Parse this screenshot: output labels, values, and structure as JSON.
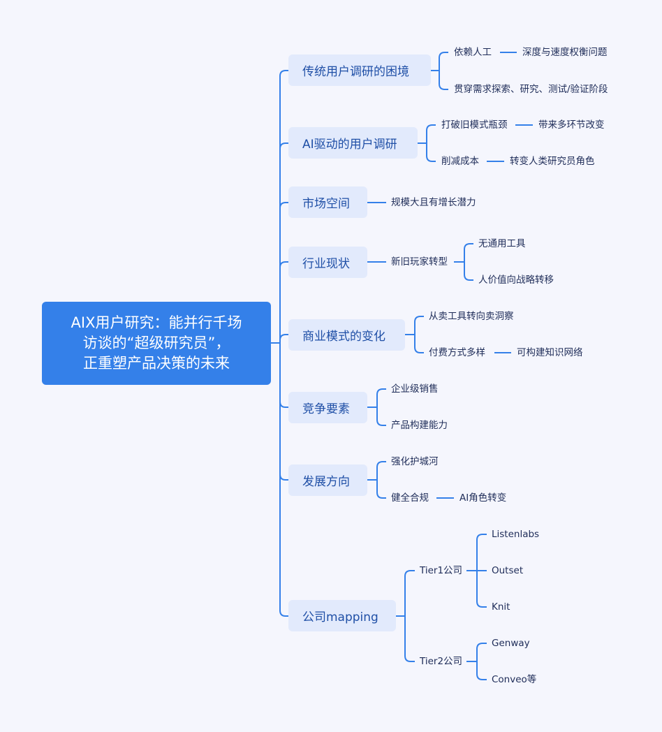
{
  "root": {
    "line1": "AIX用户研究：能并行千场",
    "line2": "访谈的“超级研究员”，",
    "line3": "正重塑产品决策的未来"
  },
  "branches": [
    {
      "label": "传统用户调研的困境",
      "children": [
        {
          "label": "依赖人工",
          "child": "深度与速度权衡问题"
        },
        {
          "label": "贯穿需求探索、研究、测试/验证阶段"
        }
      ]
    },
    {
      "label": "AI驱动的用户调研",
      "children": [
        {
          "label": "打破旧模式瓶颈",
          "child": "带来多环节改变"
        },
        {
          "label": "削减成本",
          "child": "转变人类研究员角色"
        }
      ]
    },
    {
      "label": "市场空间",
      "children": [
        {
          "label": "规模大且有增长潜力"
        }
      ]
    },
    {
      "label": "行业现状",
      "children": [
        {
          "label": "新旧玩家转型",
          "children": [
            "无通用工具",
            "人价值向战略转移"
          ]
        }
      ]
    },
    {
      "label": "商业模式的变化",
      "children": [
        {
          "label": "从卖工具转向卖洞察"
        },
        {
          "label": "付费方式多样",
          "child": "可构建知识网络"
        }
      ]
    },
    {
      "label": "竞争要素",
      "children": [
        {
          "label": "企业级销售"
        },
        {
          "label": "产品构建能力"
        }
      ]
    },
    {
      "label": "发展方向",
      "children": [
        {
          "label": "强化护城河"
        },
        {
          "label": "健全合规",
          "child": "AI角色转变"
        }
      ]
    },
    {
      "label": "公司mapping",
      "children": [
        {
          "label": "Tier1公司",
          "children": [
            "Listenlabs",
            "Outset",
            "Knit"
          ]
        },
        {
          "label": "Tier2公司",
          "children": [
            "Genway",
            "Conveo等"
          ]
        }
      ]
    }
  ],
  "colors": {
    "line": "#3480e9",
    "root_bg": "#3480e9",
    "branch_bg": "#e2eafc",
    "background": "#f5f6fd"
  }
}
